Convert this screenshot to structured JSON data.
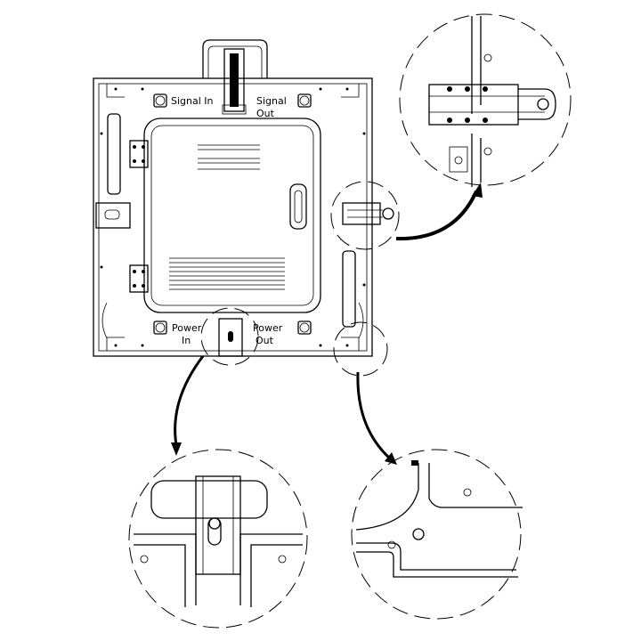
{
  "labels": {
    "signal_in": "Signal In",
    "signal_out_1": "Signal",
    "signal_out_2": "Out",
    "power_in_1": "Power",
    "power_in_2": "In",
    "power_out_1": "Power",
    "power_out_2": "Out"
  },
  "colors": {
    "line": "#000000",
    "background": "#ffffff"
  }
}
